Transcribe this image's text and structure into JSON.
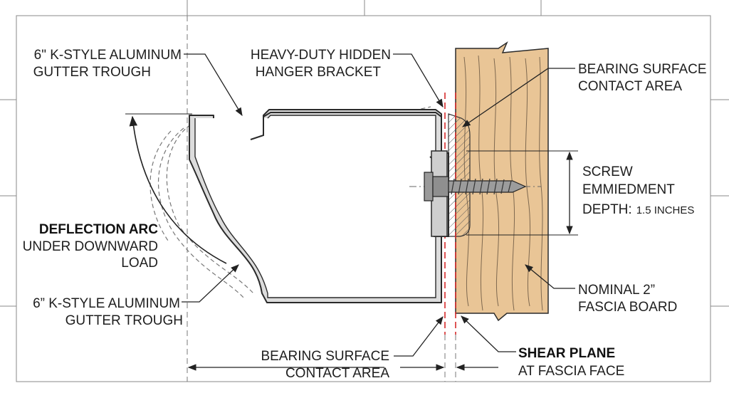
{
  "labels": {
    "gutter_top_line1": "6\" K-STYLE ALUMINUM",
    "gutter_top_line2": "GUTTER TROUGH",
    "hanger_line1": "HEAVY-DUTY HIDDEN",
    "hanger_line2": "HANGER BRACKET",
    "bearing_top_line1": "BEARING SURFACE",
    "bearing_top_line2": "CONTACT AREA",
    "screw_line1": "SCREW",
    "screw_line2": "EMMIEDMENT",
    "screw_line3_prefix": "DEPTH:",
    "screw_line3_value": "1.5 INCHES",
    "deflection_line1": "DEFLECTION ARC",
    "deflection_line2": "UNDER DOWNWARD",
    "deflection_line3": "LOAD",
    "gutter_bottom_line1": "6” K-STYLE ALUMINUM",
    "gutter_bottom_line2": "GUTTER TROUGH",
    "fascia_line1": "NOMINAL 2”",
    "fascia_line2": "FASCIA BOARD",
    "bearing_bottom_line1": "BEARING SURFACE",
    "bearing_bottom_line2": "CONTACT AREA",
    "shear_line1": "SHEAR PLANE",
    "shear_line2": "AT FASCIA FACE"
  },
  "colors": {
    "wood": "#e9c596",
    "wood_grain": "#3a3a3a",
    "shear_plane": "#d62a2a",
    "gutter_fill": "#d9d9d9",
    "screw": "#8f8f8f",
    "line": "#2b2b2b"
  }
}
